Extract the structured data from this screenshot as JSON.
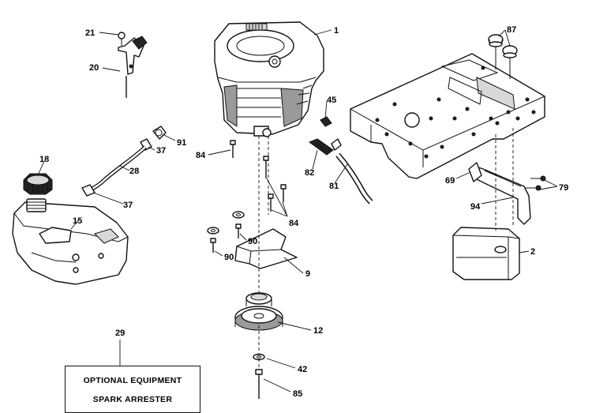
{
  "callouts": {
    "c1": "1",
    "c87": "87",
    "c21": "21",
    "c20": "20",
    "c45": "45",
    "c91": "91",
    "c37a": "37",
    "c84a": "84",
    "c82": "82",
    "c81": "81",
    "c18": "18",
    "c28": "28",
    "c37b": "37",
    "c15": "15",
    "c84b": "84",
    "c69": "69",
    "c79": "79",
    "c94": "94",
    "c90a": "90",
    "c90b": "90",
    "c2": "2",
    "c9": "9",
    "c12": "12",
    "c29": "29",
    "c42": "42",
    "c85": "85"
  },
  "note": {
    "line1": "OPTIONAL EQUIPMENT",
    "line2": "SPARK ARRESTER"
  }
}
